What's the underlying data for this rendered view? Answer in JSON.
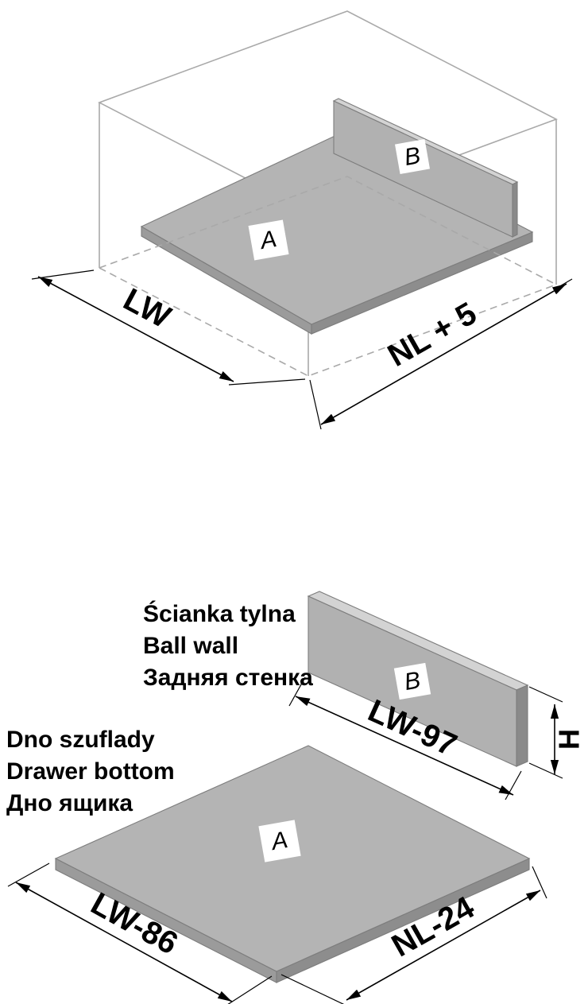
{
  "colors": {
    "panel_top": "#b4b4b4",
    "panel_side_left": "#9b9b9b",
    "panel_side_right": "#8d8d8d",
    "wall_front": "#b1b1b1",
    "wall_top": "#d3d3d3",
    "wall_edge": "#8a8a8a",
    "outline_gray": "#a9a9a9",
    "dim_black": "#000000",
    "background": "#ffffff"
  },
  "assembly_view": {
    "part_a_label": "A",
    "part_b_label": "B",
    "dim_width": "LW",
    "dim_depth": "NL + 5"
  },
  "parts_view": {
    "back_wall_caption": [
      "Ścianka tylna",
      "Ball wall",
      "Задняя стенка"
    ],
    "drawer_bottom_caption": [
      "Dno szuflady",
      "Drawer bottom",
      "Дно ящика"
    ],
    "part_a_label": "A",
    "part_b_label": "B",
    "back_wall_width": "LW-97",
    "back_wall_height": "H",
    "bottom_width": "LW-86",
    "bottom_depth": "NL-24"
  }
}
